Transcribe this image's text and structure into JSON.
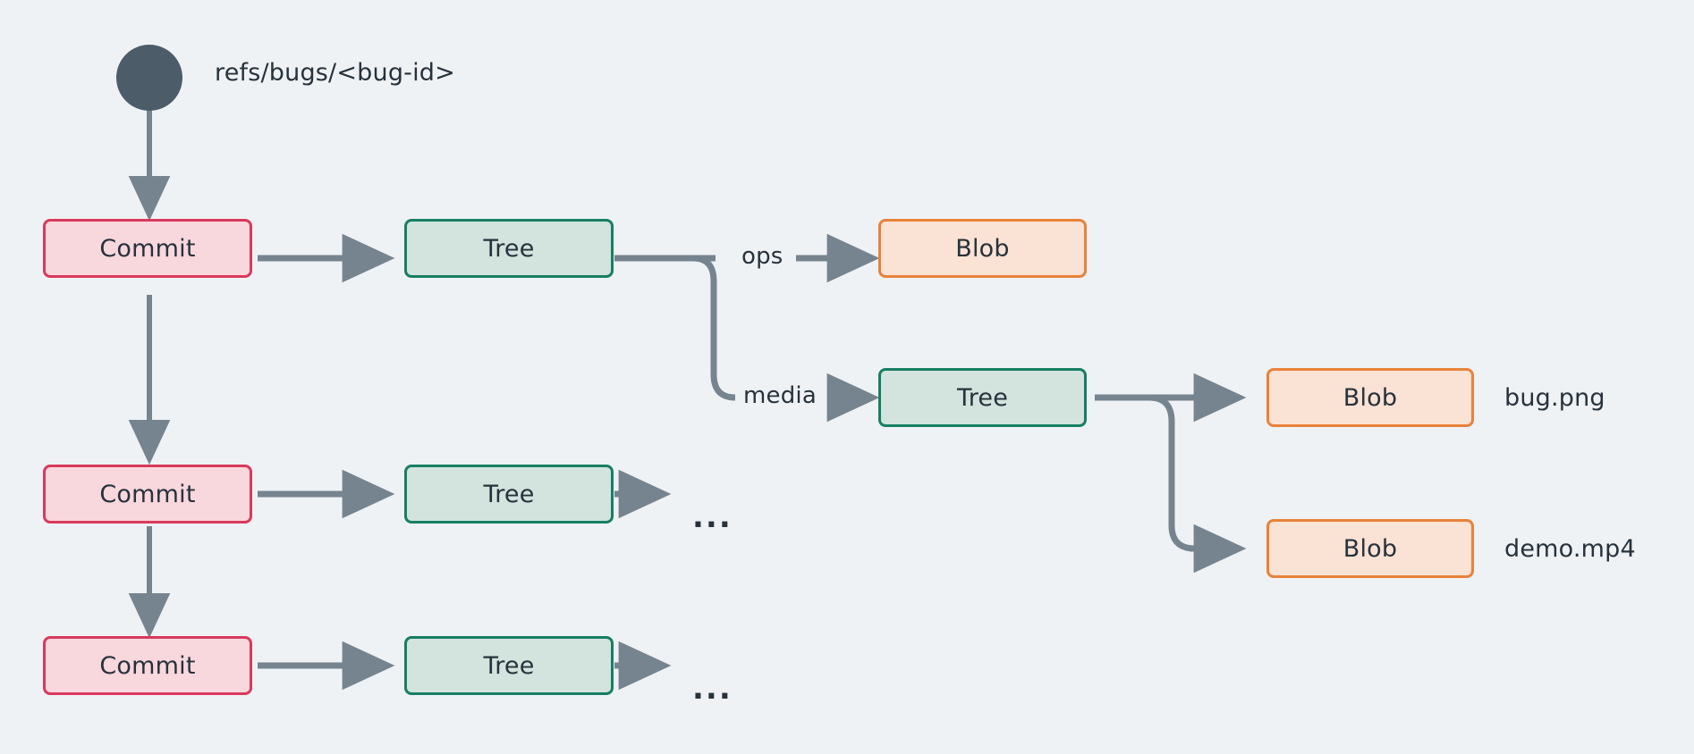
{
  "diagram": {
    "title_label": "refs/bugs/<bug-id>",
    "background_color": "#eff2f5",
    "edge_color": "#76848f",
    "root_node": {
      "name": "ref-root",
      "color": "#4c5c69",
      "shape": "circle"
    },
    "node_styles": {
      "commit": {
        "fill": "#f8d7dd",
        "stroke": "#d93a5c"
      },
      "tree": {
        "fill": "#d3e3dd",
        "stroke": "#177f63"
      },
      "blob": {
        "fill": "#fae2d4",
        "stroke": "#e8823a"
      }
    },
    "nodes": {
      "commit_1": "Commit",
      "commit_2": "Commit",
      "commit_3": "Commit",
      "tree_1": "Tree",
      "tree_2": "Tree",
      "tree_3": "Tree",
      "tree_media": "Tree",
      "blob_ops": "Blob",
      "blob_bugpng": "Blob",
      "blob_demomp4": "Blob"
    },
    "edge_labels": {
      "ops": "ops",
      "media": "media"
    },
    "file_labels": {
      "bug_png": "bug.png",
      "demo_mp4": "demo.mp4"
    },
    "ellipsis": {
      "tree_2_more": "...",
      "tree_3_more": "..."
    }
  }
}
